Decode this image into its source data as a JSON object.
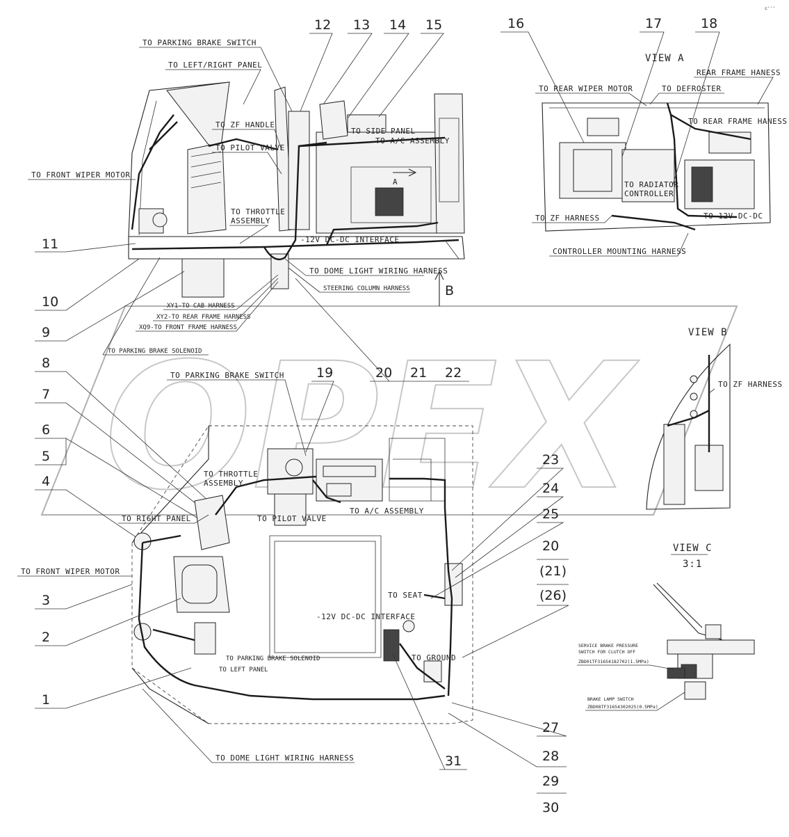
{
  "watermark": "OPEX",
  "corner_mark": "c'''",
  "views": {
    "a": "VIEW A",
    "b": "VIEW B",
    "c": "VIEW C",
    "c_scale": "3:1",
    "arrow_a": "A",
    "arrow_b": "B"
  },
  "part_numbers": {
    "n1": "1",
    "n2": "2",
    "n3": "3",
    "n4": "4",
    "n5": "5",
    "n6": "6",
    "n7": "7",
    "n8": "8",
    "n9": "9",
    "n10": "10",
    "n11": "11",
    "n12": "12",
    "n13": "13",
    "n14": "14",
    "n15": "15",
    "n16": "16",
    "n17": "17",
    "n18": "18",
    "n19": "19",
    "n20": "20",
    "n21": "21",
    "n22": "22",
    "n23": "23",
    "n24": "24",
    "n25": "25",
    "n20b": "20",
    "n21b": "(21)",
    "n26": "(26)",
    "n27": "27",
    "n28": "28",
    "n29": "29",
    "n30": "30",
    "n31": "31"
  },
  "labels_top": {
    "parking_brake_switch": "TO PARKING BRAKE SWITCH",
    "left_right_panel": "TO LEFT/RIGHT PANEL",
    "zf_handle": "TO ZF HANDLE",
    "pilot_valve": "TO PILOT VALVE",
    "front_wiper_motor": "TO FRONT WIPER MOTOR",
    "throttle_assembly_1": "TO THROTTLE",
    "throttle_assembly_2": "ASSEMBLY",
    "side_panel": "TO SIDE PANEL",
    "ac_assembly": "TO A/C ASSEMBLY",
    "dcdc": "-12V DC-DC  INTERFACE",
    "dome_light": "TO DOME LIGHT WIRING HARNESS",
    "steering_column": "STEERING COLUMN HARNESS",
    "xy1": "XY1-TO CAB HARNESS",
    "xy2": "XY2-TO REAR FRAME HARNESS",
    "xq9": "XQ9-TO FRONT FRAME HARNESS",
    "parking_brake_solenoid": "TO PARKING BRAKE SOLENOID"
  },
  "labels_view_a": {
    "rear_wiper_motor": "TO REAR WIPER MOTOR",
    "defroster": "TO DEFROSTER",
    "rear_frame_haness": "REAR FRAME HANESS",
    "to_rear_frame_haness": "TO REAR FRAME HANESS",
    "radiator_1": "TO RADIATOR",
    "radiator_2": "CONTROLLER",
    "zf_harness": "TO ZF HARNESS",
    "dcdc_12v": "TO 12V DC-DC",
    "controller_mounting": "CONTROLLER MOUNTING HARNESS"
  },
  "labels_view_b": {
    "zf_harness": "TO ZF HARNESS"
  },
  "labels_bottom": {
    "parking_brake_switch": "TO PARKING BRAKE SWITCH",
    "throttle_1": "TO THROTTLE",
    "throttle_2": "ASSEMBLY",
    "right_panel": "TO RIGHT PANEL",
    "pilot_valve": "TO PILOT VALVE",
    "ac_assembly": "TO A/C ASSEMBLY",
    "front_wiper_motor": "TO FRONT WIPER MOTOR",
    "seat": "TO SEAT",
    "dcdc": "-12V DC-DC  INTERFACE",
    "ground": "TO GROUND",
    "parking_brake_solenoid": "TO PARKING BRAKE SOLENOID",
    "left_panel": "TO LEFT PANEL",
    "dome_light": "TO DOME LIGHT WIRING HARNESS"
  },
  "labels_view_c": {
    "service_brake_1": "SERVICE BRAKE PRESSURE",
    "service_brake_2": "SWITCH FOR CLUTCH OFF",
    "service_brake_3": "ZBD01TF31654182702(1.5MPa)",
    "brake_lamp": "BRAKE LAMP SWITCH",
    "brake_lamp_code": "ZBD08TF31654302025(0.5MPa)"
  }
}
